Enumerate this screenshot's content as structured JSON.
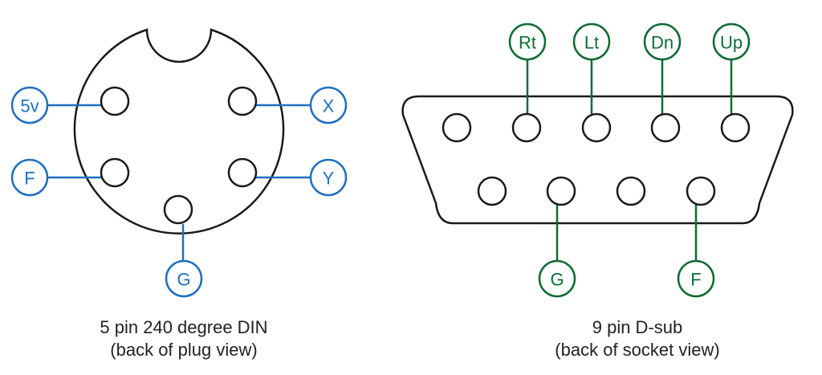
{
  "colors": {
    "din": "#1f6fbf",
    "dsub": "#0f6b34",
    "outline": "#1a1a1a"
  },
  "din": {
    "caption_line1": "5 pin 240 degree DIN",
    "caption_line2": "(back of plug view)",
    "pins": [
      {
        "id": "5v",
        "label": "5v"
      },
      {
        "id": "x",
        "label": "X"
      },
      {
        "id": "f",
        "label": "F"
      },
      {
        "id": "y",
        "label": "Y"
      },
      {
        "id": "g",
        "label": "G"
      }
    ]
  },
  "dsub": {
    "caption_line1": "9 pin D-sub",
    "caption_line2": "(back of socket view)",
    "top_labels": [
      "Rt",
      "Lt",
      "Dn",
      "Up"
    ],
    "bottom_labels": [
      "G",
      "F"
    ]
  }
}
